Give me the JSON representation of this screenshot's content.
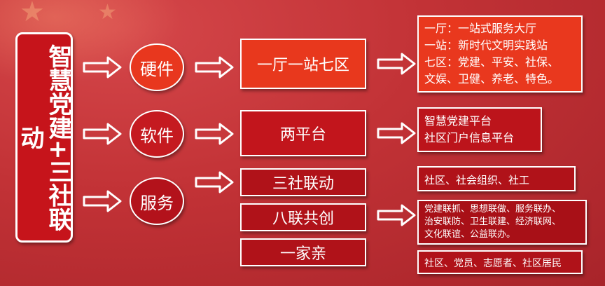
{
  "main_title": "智慧党建+三社联动",
  "categories": [
    {
      "label": "硬件"
    },
    {
      "label": "软件"
    },
    {
      "label": "服务"
    }
  ],
  "items": [
    {
      "label": "一厅一站七区"
    },
    {
      "label": "两平台"
    },
    {
      "label": "三社联动"
    },
    {
      "label": "八联共创"
    },
    {
      "label": "一家亲"
    }
  ],
  "details": {
    "hardware": [
      "一厅：一站式服务大厅",
      "一站：新时代文明实践站",
      "七区：党建、平安、社保、",
      "文娱、卫健、养老、特色。"
    ],
    "software": [
      "智慧党建平台",
      "社区门户信息平台"
    ],
    "three_society": [
      "社区、社会组织、社工"
    ],
    "eight_links": [
      "党建联抓、思想联做、服务联办、",
      "治安联防、卫生联建、经济联网、",
      "文化联谊、公益联办。"
    ],
    "one_family": [
      "社区、党员、志愿者、社区居民"
    ]
  },
  "colors": {
    "background": "#c23236",
    "primary_orange": "#e8381d",
    "dark_red": "#b01219",
    "white": "#ffffff"
  }
}
